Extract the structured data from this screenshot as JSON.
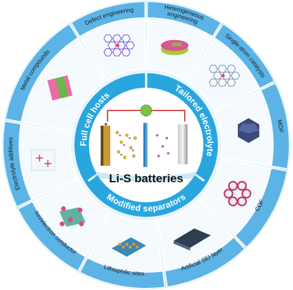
{
  "center": {
    "title": "Li-S batteries"
  },
  "ring": {
    "left": "Full cell hosts",
    "right": "Tailored electrolyte",
    "bottom": "Modified separators"
  },
  "segments": {
    "defect": "Defect engineering",
    "hetero_line1": "Heterogeneous",
    "hetero_line2": "engineering",
    "single_atom": "Single-atom catalysts",
    "mof": "MOF",
    "cof": "COF",
    "sei": "Artificial SEI layer",
    "lithiophilic": "Lithiophilic sites",
    "ion_electron": "Ion/electron conductor",
    "electrolyte_additives": "Electrolyte additives",
    "metal_compounds": "Metal compounds"
  },
  "colors": {
    "outer_band": "#5bb3e6",
    "outer_band_dark": "#3a95d0",
    "inner_ring": "#2aa6de",
    "inner_ring_light": "#bfe6f7",
    "divider": "#ffffff"
  }
}
